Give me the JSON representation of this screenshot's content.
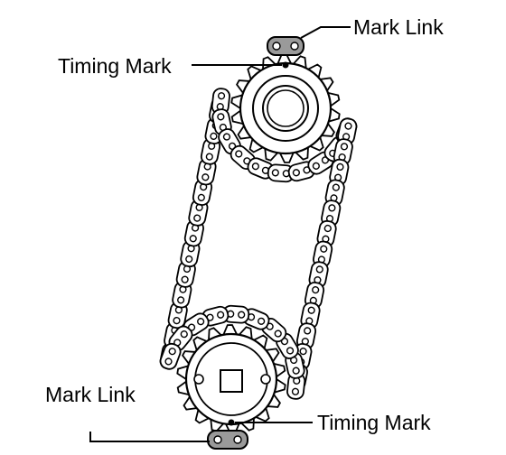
{
  "labels": {
    "mark_link_top": "Mark Link",
    "timing_mark_top": "Timing Mark",
    "mark_link_bottom": "Mark Link",
    "timing_mark_bottom": "Timing Mark"
  },
  "colors": {
    "line": "#000000",
    "background": "#ffffff",
    "mark_link_fill": "#9a9a9a"
  }
}
